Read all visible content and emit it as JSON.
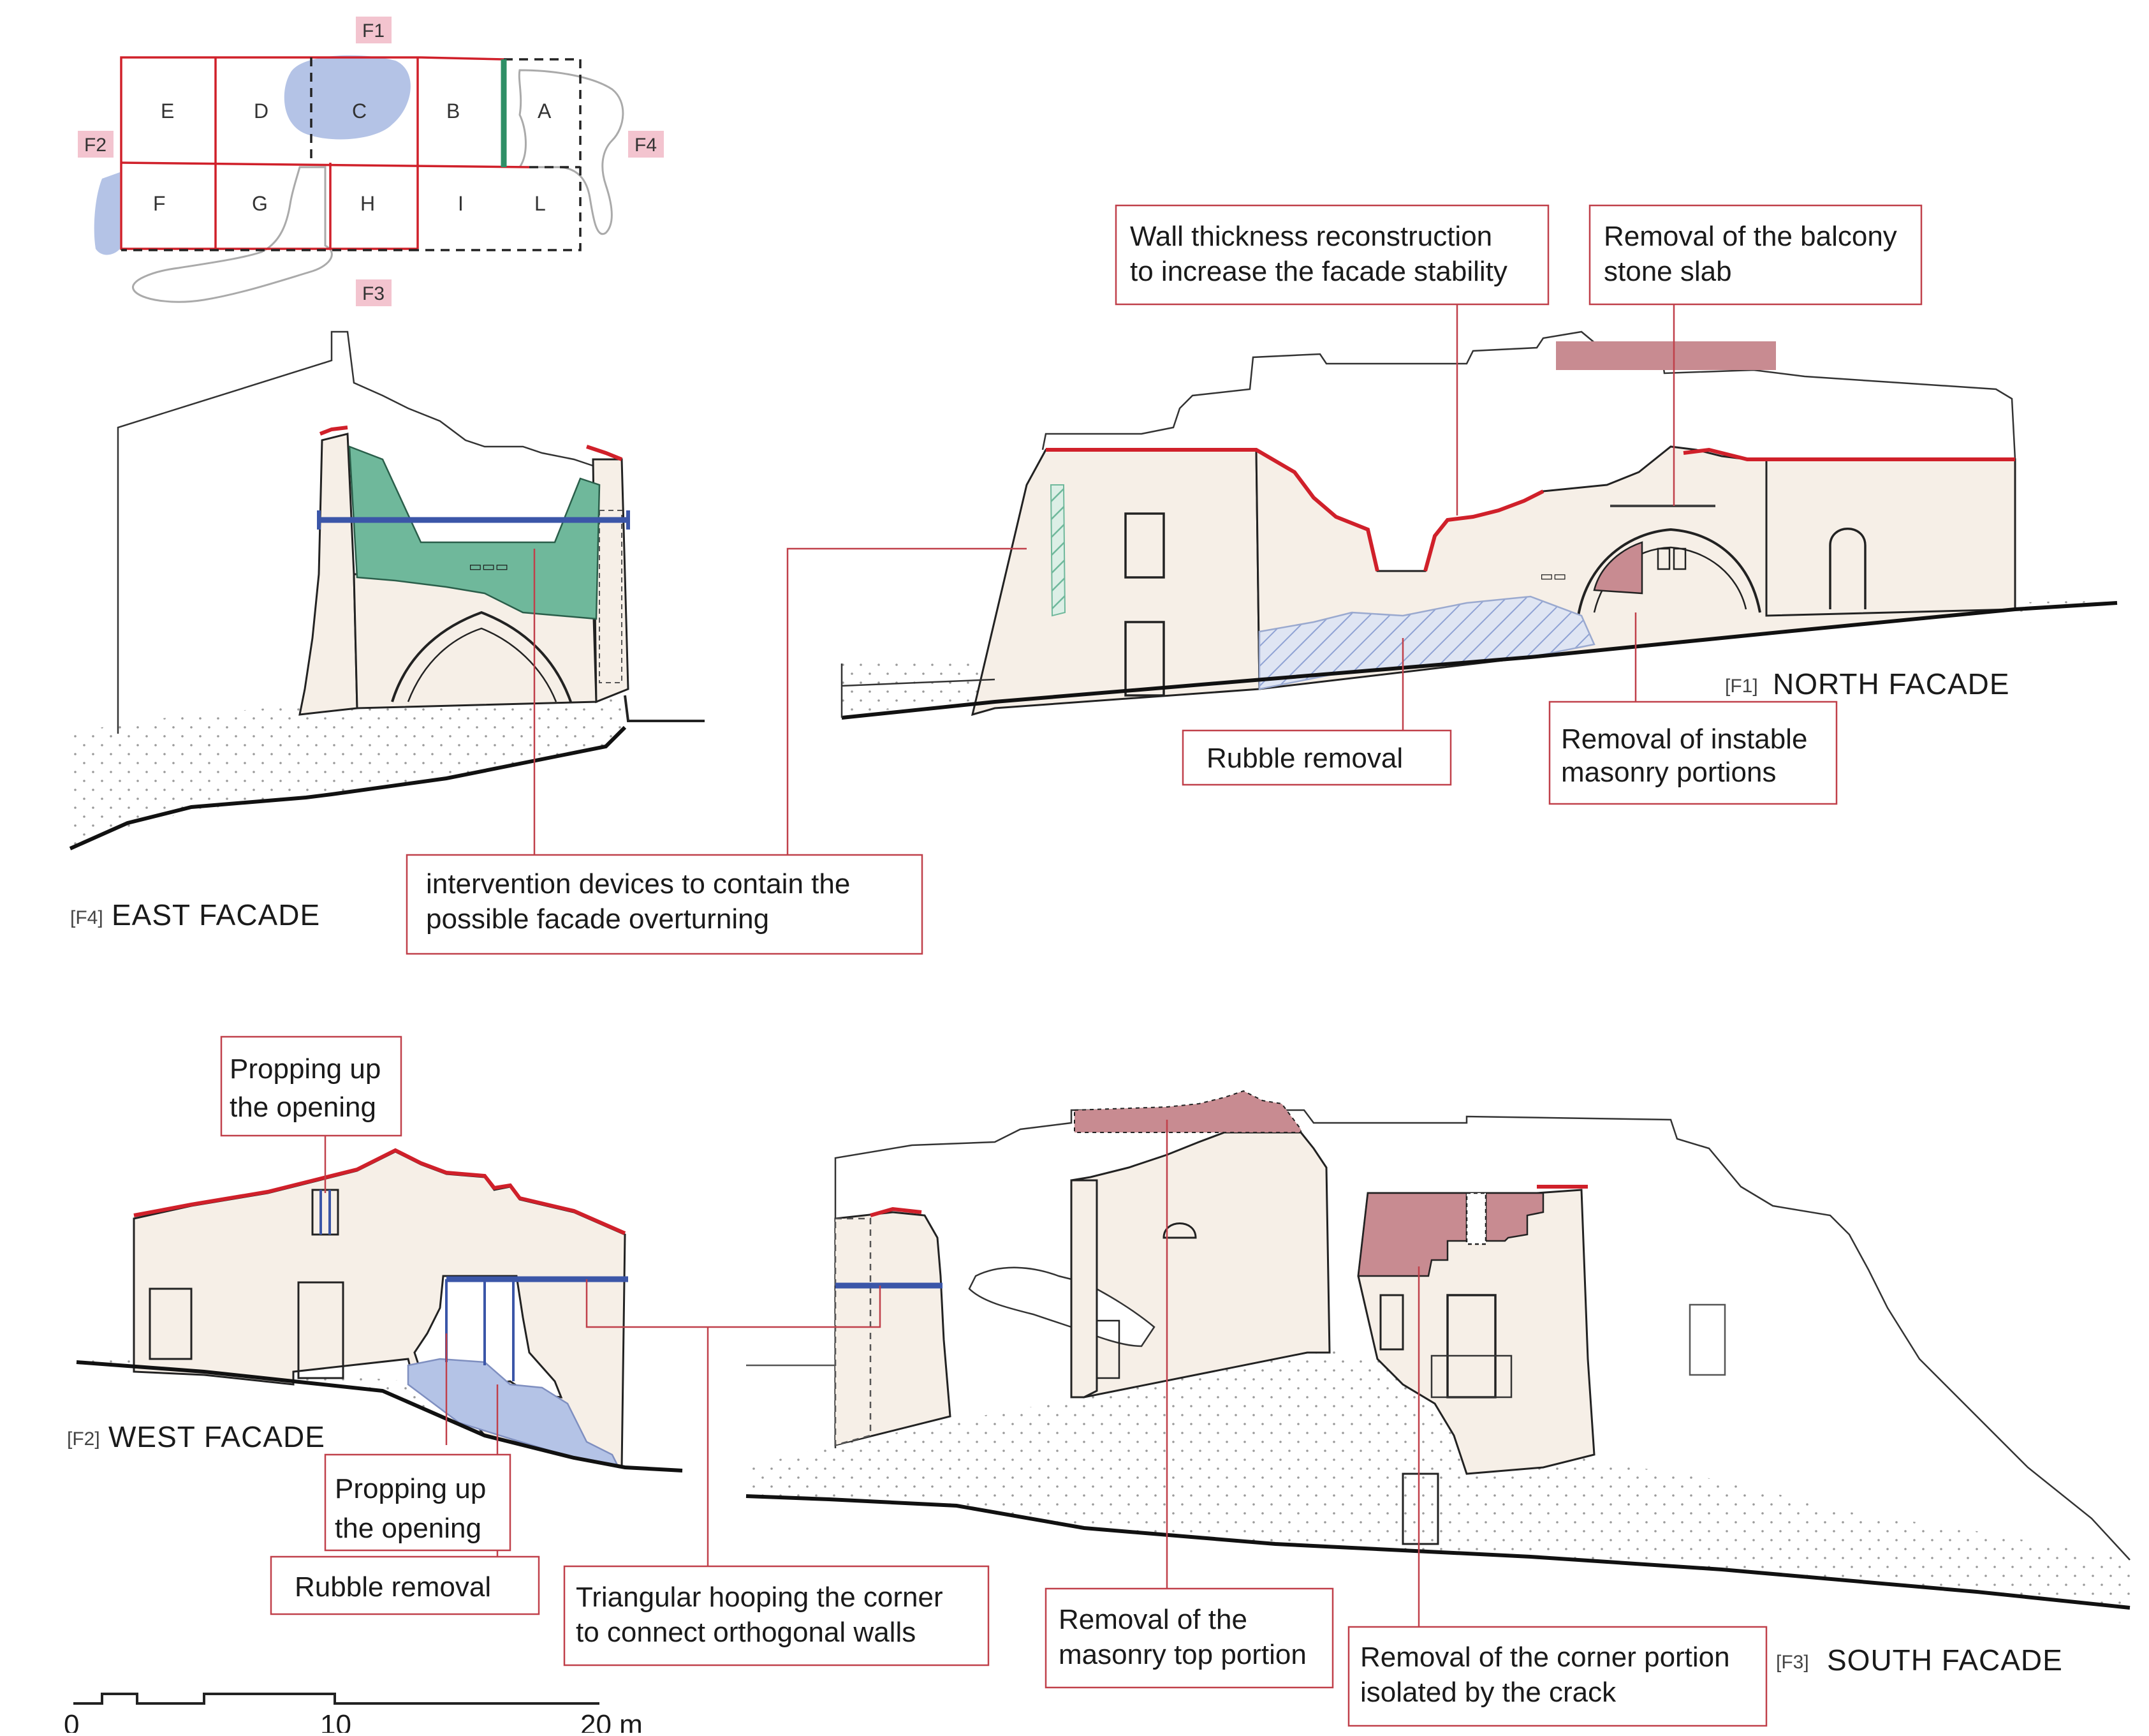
{
  "plan": {
    "facade_tags": {
      "f1": "F1",
      "f2": "F2",
      "f3": "F3",
      "f4": "F4"
    },
    "rooms": {
      "a": "A",
      "b": "B",
      "c": "C",
      "d": "D",
      "e": "E",
      "f": "F",
      "g": "G",
      "h": "H",
      "i": "I",
      "l": "L"
    }
  },
  "facades": {
    "east": {
      "tag": "[F4]",
      "name": "EAST FACADE"
    },
    "north": {
      "tag": "[F1]",
      "name": "NORTH FACADE"
    },
    "west": {
      "tag": "[F2]",
      "name": "WEST FACADE"
    },
    "south": {
      "tag": "[F3]",
      "name": "SOUTH FACADE"
    }
  },
  "labels": {
    "wall_thickness": [
      "Wall thickness reconstruction",
      "to increase the facade stability"
    ],
    "balcony_slab": [
      "Removal of the balcony",
      "stone slab"
    ],
    "rubble_north": [
      "Rubble removal"
    ],
    "instable_masonry": [
      "Removal of instable",
      "masonry portions"
    ],
    "intervention_devices": [
      "intervention devices to contain the",
      "possible facade overturning"
    ],
    "propping_top": [
      "Propping up",
      "the opening"
    ],
    "propping_bottom": [
      "Propping up",
      "the opening"
    ],
    "rubble_west": [
      "Rubble removal"
    ],
    "triangular_hooping": [
      "Triangular hooping the corner",
      "to connect orthogonal walls"
    ],
    "masonry_top": [
      "Removal of the",
      "masonry top portion"
    ],
    "corner_portion": [
      "Removal of the corner portion",
      "isolated by the crack"
    ]
  },
  "scale_bar": {
    "ticks": [
      "0",
      "10",
      "20 m"
    ]
  },
  "colors": {
    "annotation_red": "#c0404a",
    "edge_red": "#d0202a",
    "reinforcement_blue": "#3b56a8",
    "wall_fill": "#f6efe7",
    "green_fill": "#6fb89b",
    "rose_fill": "#c88b91",
    "rubble_blue": "#b4c3e6",
    "tag_pink": "#f3c4cf"
  }
}
